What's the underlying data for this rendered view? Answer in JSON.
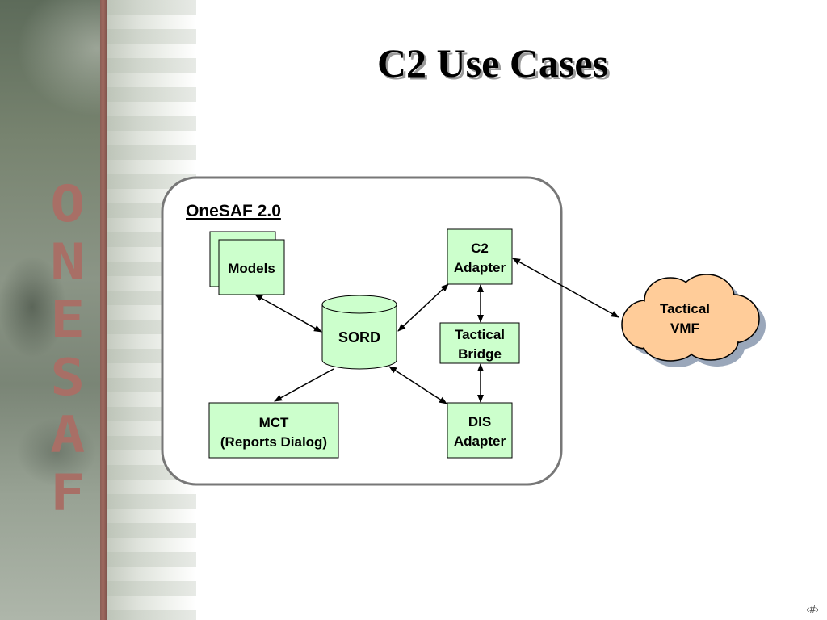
{
  "slide": {
    "title": "C2 Use Cases",
    "page_number": "‹#›"
  },
  "banner": {
    "letters": [
      "O",
      "N",
      "E",
      "S",
      "A",
      "F"
    ]
  },
  "diagram": {
    "container_label": "OneSAF 2.0",
    "nodes": {
      "models": "Models",
      "sord": "SORD",
      "c2_adapter": [
        "C2",
        "Adapter"
      ],
      "tactical_bridge": [
        "Tactical",
        "Bridge"
      ],
      "dis_adapter": [
        "DIS",
        "Adapter"
      ],
      "mct": [
        "MCT",
        "(Reports Dialog)"
      ],
      "tactical_vmf": [
        "Tactical",
        "VMF"
      ]
    },
    "colors": {
      "box_fill": "#ccffcc",
      "cloud_fill": "#ffcc99",
      "container_stroke": "#777777"
    }
  }
}
